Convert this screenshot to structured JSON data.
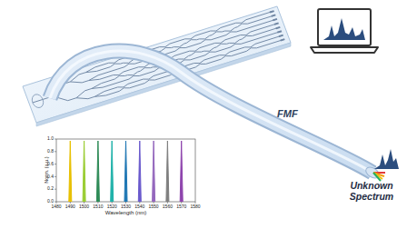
{
  "diagram": {
    "labels": [
      "FMF",
      "Unknown Spectrum",
      "Norm. (a.u.)",
      "0.0",
      "0.2",
      "0.4",
      "0.6",
      "0.8",
      "1.0",
      "1480",
      "1490",
      "1500",
      "1510",
      "1520",
      "1530",
      "1540",
      "1550",
      "1560",
      "1570",
      "1580",
      "Wavelength (nm)"
    ]
  }
}
